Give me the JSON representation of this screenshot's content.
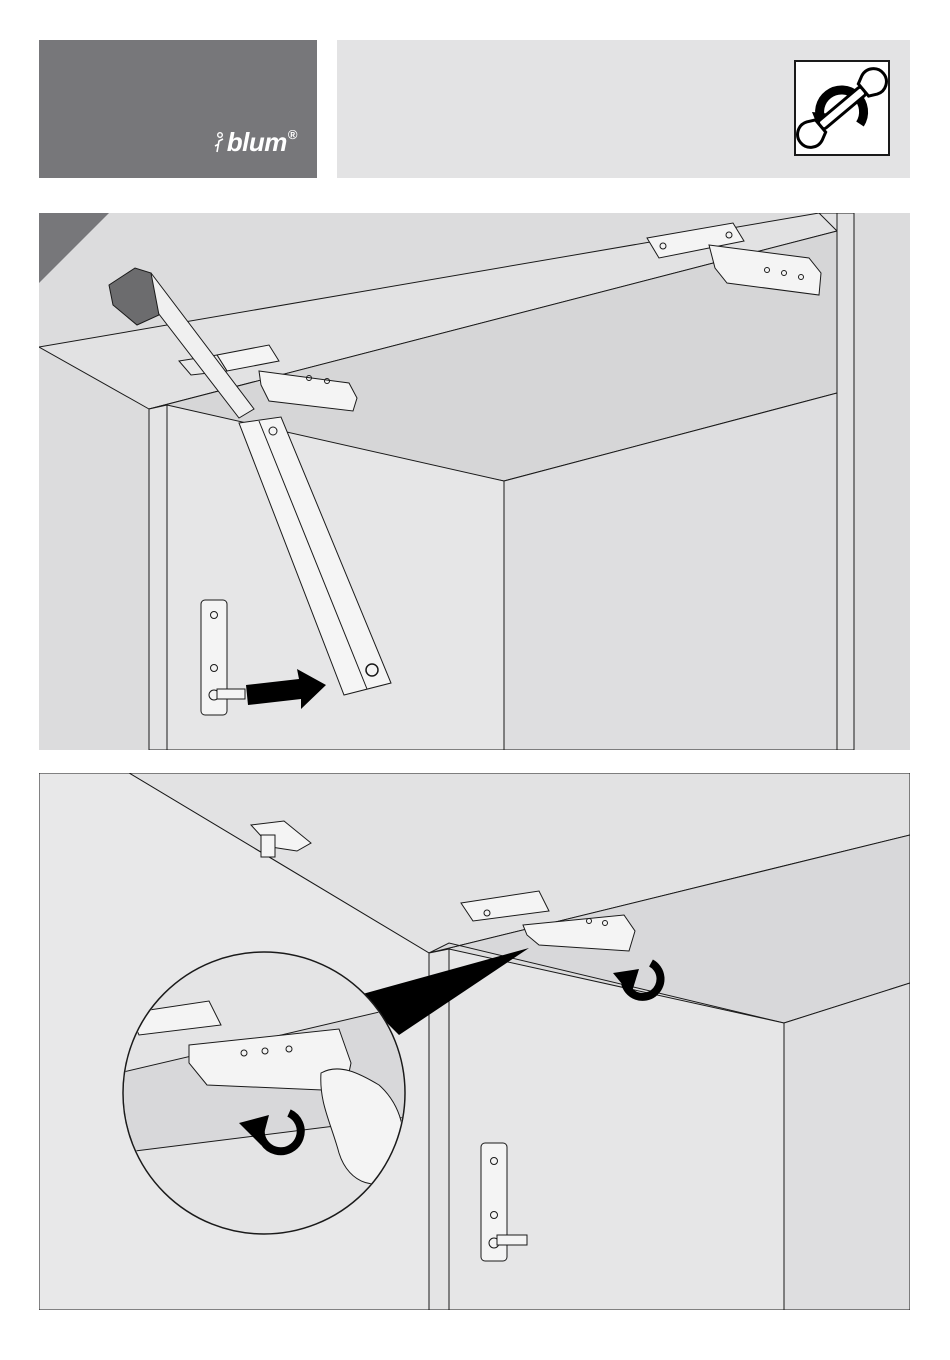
{
  "brand": {
    "logo_text": "blum",
    "trademark": "®"
  },
  "header": {
    "icon": "wrench-rotate-icon"
  },
  "steps": [
    {
      "id": 1,
      "icons": [
        "cabinet-illustration",
        "lift-arm-icon",
        "push-arrow-icon"
      ]
    },
    {
      "id": 2,
      "icons": [
        "cabinet-illustration",
        "rotate-arrow-icon",
        "magnifier-detail",
        "hand-icon"
      ]
    }
  ],
  "colors": {
    "brand_grey": "#77777a",
    "header_grey": "#e3e3e4",
    "panel_grey": "#dcdcdd",
    "line": "#1a1a1a",
    "arrow": "#000000"
  }
}
